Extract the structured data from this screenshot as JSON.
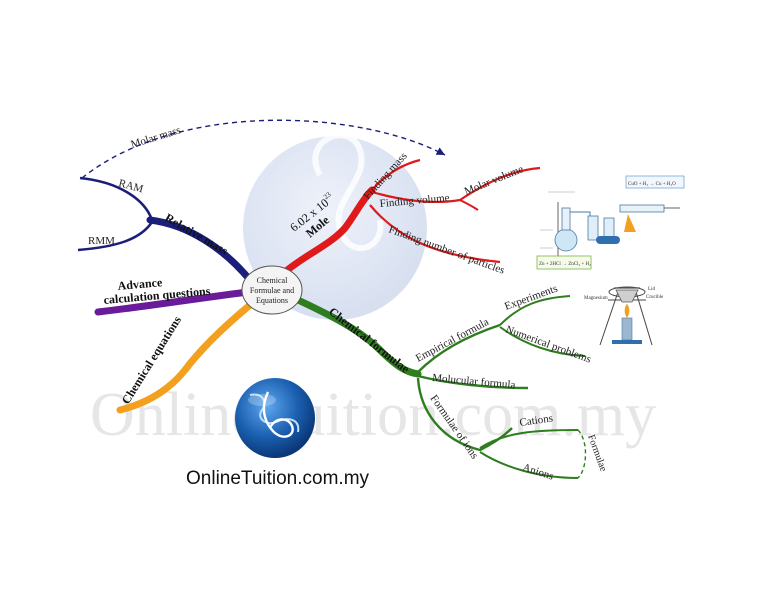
{
  "watermark": "OnlineTuition.com.my",
  "center": {
    "line1": "Chemical",
    "line2": "Formulae and",
    "line3": "Equations"
  },
  "branches": {
    "relative_mass": "Relative mass",
    "ram": "RAM",
    "rmm": "RMM",
    "molar_mass": "Molar mass",
    "advance_line1": "Advance",
    "advance_line2": "calculation questions",
    "chemical_equations": "Chemical equations",
    "mole": "Mole",
    "avogadro_base": "6.02 x 10",
    "avogadro_exp": "23",
    "finding_mass": "Finding mass",
    "finding_volume": "Finding volume",
    "molar_volume": "Molar volume",
    "finding_particles": "Finding number of particles",
    "chemical_formulae": "Chemical formulae",
    "empirical_formula": "Empirical formula",
    "experiments": "Experiments",
    "numerical_problems": "Numerical problems",
    "molecular_formula": "Molucular formula",
    "formulae_of_ions": "Formulae of ions",
    "cations": "Cations",
    "anions": "Anions",
    "formulae_side": "Formulae"
  },
  "lab": {
    "reaction_top": "CuO + H₂ → Cu + H₂O",
    "reaction_bottom": "Zn + 2HCl → ZnCl₂ + H₂",
    "crucible": "Crucible",
    "lid": "Lid",
    "magnesium": "Magnesium"
  },
  "logo_text": "OnlineTuition.com.my",
  "colors": {
    "navy": "#1b1f7a",
    "purple": "#6a1b9a",
    "orange": "#f2a01e",
    "red": "#e01a1a",
    "green": "#2e7d1e",
    "globe_blue": "#1a5fb0"
  }
}
